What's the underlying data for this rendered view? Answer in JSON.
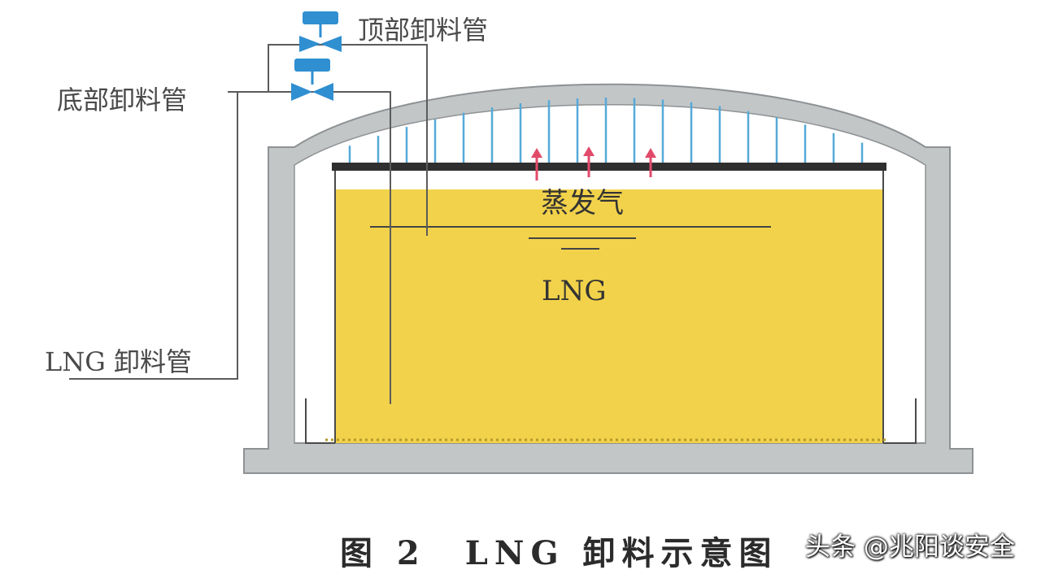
{
  "labels": {
    "top_unload_pipe": "顶部卸料管",
    "bottom_unload_pipe": "底部卸料管",
    "lng_unload_pipe": "LNG 卸料管",
    "boil_off_gas": "蒸发气",
    "lng": "LNG"
  },
  "caption": "图 2　LNG 卸料示意图",
  "watermark": "头条 @兆阳谈安全",
  "colors": {
    "concrete": "#c3c6c7",
    "concrete_edge": "#8e9294",
    "lng_liquid": "#f2d24a",
    "vapor_space": "#ffffff",
    "suspended_deck": "#2f2f2f",
    "hanger_rods": "#55a9d8",
    "vapor_arrows": "#e24a6a",
    "valve": "#2f8fd1",
    "pipe": "#5b5b5b"
  },
  "icons": [
    "valve-icon",
    "valve-icon",
    "up-arrow-icon"
  ]
}
